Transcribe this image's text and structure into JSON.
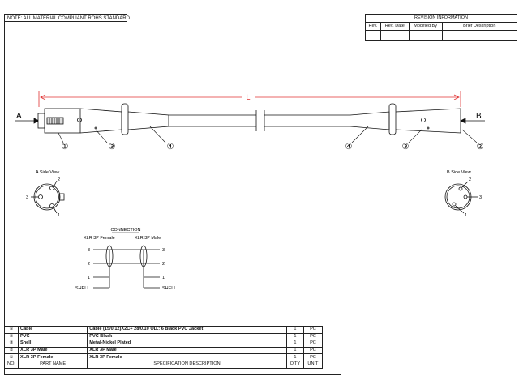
{
  "note": "NOTE: ALL MATERIAL COMPLIANT ROHS STANDARD.",
  "revision": {
    "title": "REVISION INFORMATION",
    "columns": [
      "Rev.",
      "Rev. Date",
      "Modified By",
      "Brief Description"
    ]
  },
  "drawing": {
    "end_a": "A",
    "end_b": "B",
    "length_label": "L",
    "callouts_left": [
      "①",
      "③",
      "④"
    ],
    "callouts_right": [
      "④",
      "③",
      "②"
    ]
  },
  "side_views": {
    "a_title": "A Side View",
    "b_title": "B Side View",
    "a_pins": [
      "2",
      "3",
      "1"
    ],
    "b_pins": [
      "2",
      "3",
      "1"
    ]
  },
  "connection": {
    "title": "CONNECTION",
    "left_label": "XLR 3P Female",
    "right_label": "XLR 3P Male",
    "left_pins": [
      "3",
      "2",
      "1",
      "SHELL"
    ],
    "right_pins": [
      "3",
      "2",
      "1",
      "SHELL"
    ]
  },
  "bom": {
    "rows": [
      {
        "no": "⑤",
        "part": "Cable",
        "spec": "Cable (15/0.12)X2C+ 28/0.10 OD.: 6 Black PVC Jacket",
        "qty": "1",
        "unit": "PC"
      },
      {
        "no": "④",
        "part": "PVC",
        "spec": "PVC Black",
        "qty": "1",
        "unit": "PC"
      },
      {
        "no": "③",
        "part": "Shell",
        "spec": "Metal-Nickel Plated",
        "qty": "1",
        "unit": "PC"
      },
      {
        "no": "②",
        "part": "XLR 3P Male",
        "spec": "XLR 3P Male",
        "qty": "1",
        "unit": "PC"
      },
      {
        "no": "①",
        "part": "XLR 3P Female",
        "spec": "XLR 3P Female",
        "qty": "1",
        "unit": "PC"
      }
    ],
    "header": {
      "no": "NO.",
      "part": "PART NAME",
      "spec": "SPECIFICATION DESCRIPTION",
      "qty": "Q'TY",
      "unit": "UNIT"
    }
  }
}
